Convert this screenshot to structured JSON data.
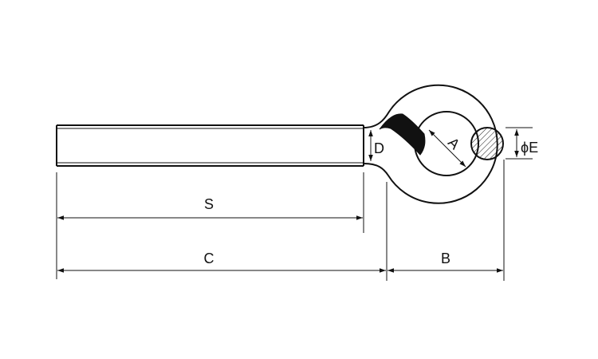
{
  "labels": {
    "a": "A",
    "b": "B",
    "c": "C",
    "d": "D",
    "e": "ϕE",
    "s": "S"
  },
  "colors": {
    "line": "#111111",
    "background": "#ffffff"
  }
}
